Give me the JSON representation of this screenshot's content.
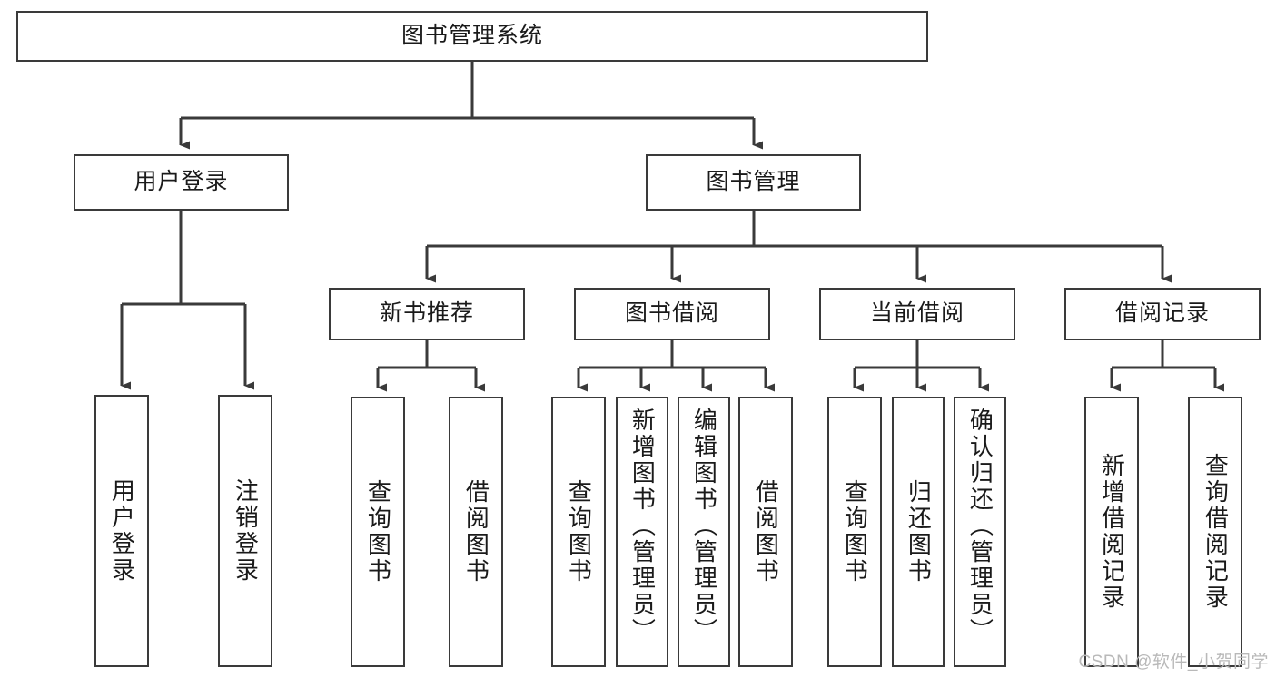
{
  "diagram": {
    "type": "tree-hierarchy",
    "title": "图书管理系统",
    "watermark": "CSDN @软件_小贺同学",
    "colors": {
      "stroke": "#3a3a3a",
      "fill": "#ffffff",
      "text": "#1a1a1a",
      "watermark": "#b9b9b9"
    },
    "levels": [
      {
        "level": 0,
        "nodes": [
          {
            "id": "root",
            "label": "图书管理系统",
            "orientation": "horizontal"
          }
        ]
      },
      {
        "level": 1,
        "nodes": [
          {
            "id": "user-login",
            "label": "用户登录",
            "orientation": "horizontal",
            "parent": "root"
          },
          {
            "id": "book-manage",
            "label": "图书管理",
            "orientation": "horizontal",
            "parent": "root"
          }
        ]
      },
      {
        "level": 2,
        "nodes": [
          {
            "id": "new-book-recommend",
            "label": "新书推荐",
            "orientation": "horizontal",
            "parent": "book-manage"
          },
          {
            "id": "book-borrow",
            "label": "图书借阅",
            "orientation": "horizontal",
            "parent": "book-manage"
          },
          {
            "id": "current-borrow",
            "label": "当前借阅",
            "orientation": "horizontal",
            "parent": "book-manage"
          },
          {
            "id": "borrow-record",
            "label": "借阅记录",
            "orientation": "horizontal",
            "parent": "book-manage"
          }
        ]
      },
      {
        "level": 3,
        "nodes": [
          {
            "id": "leaf-user-login",
            "label": "用户登录",
            "orientation": "vertical",
            "parent": "user-login"
          },
          {
            "id": "leaf-logout-login",
            "label": "注销登录",
            "orientation": "vertical",
            "parent": "user-login"
          },
          {
            "id": "leaf-query-book-1",
            "label": "查询图书",
            "orientation": "vertical",
            "parent": "new-book-recommend"
          },
          {
            "id": "leaf-borrow-book-1",
            "label": "借阅图书",
            "orientation": "vertical",
            "parent": "new-book-recommend"
          },
          {
            "id": "leaf-query-book-2",
            "label": "查询图书",
            "orientation": "vertical",
            "parent": "book-borrow"
          },
          {
            "id": "leaf-add-book",
            "label": "新增图书（管理员）",
            "orientation": "vertical",
            "parent": "book-borrow"
          },
          {
            "id": "leaf-edit-book",
            "label": "编辑图书（管理员）",
            "orientation": "vertical",
            "parent": "book-borrow"
          },
          {
            "id": "leaf-borrow-book-2",
            "label": "借阅图书",
            "orientation": "vertical",
            "parent": "book-borrow"
          },
          {
            "id": "leaf-query-book-3",
            "label": "查询图书",
            "orientation": "vertical",
            "parent": "current-borrow"
          },
          {
            "id": "leaf-return-book",
            "label": "归还图书",
            "orientation": "vertical",
            "parent": "current-borrow"
          },
          {
            "id": "leaf-confirm-return",
            "label": "确认归还（管理员）",
            "orientation": "vertical",
            "parent": "current-borrow"
          },
          {
            "id": "leaf-add-record",
            "label": "新增借阅记录",
            "orientation": "vertical",
            "parent": "borrow-record"
          },
          {
            "id": "leaf-query-record",
            "label": "查询借阅记录",
            "orientation": "vertical",
            "parent": "borrow-record"
          }
        ]
      }
    ]
  }
}
